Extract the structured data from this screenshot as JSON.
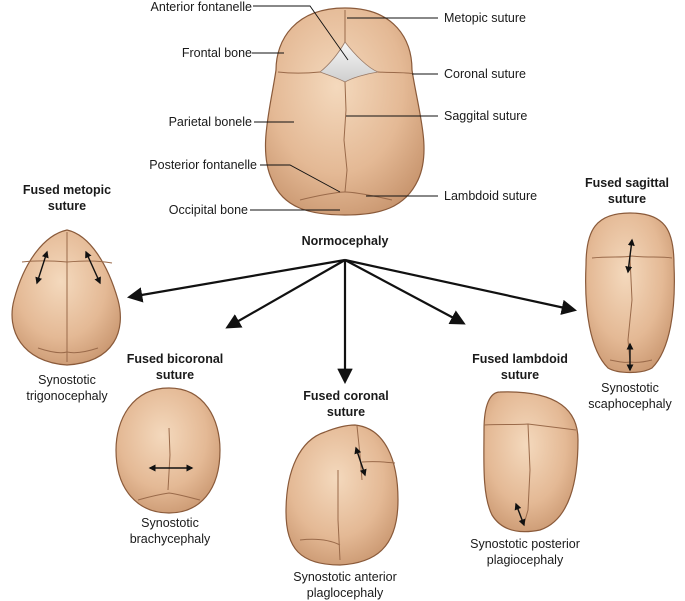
{
  "normal_skull": {
    "title": "Normocephaly",
    "left_labels": [
      "Anterior fontanelle",
      "Frontal bone",
      "Parietal bonele",
      "Posterior fontanelle",
      "Occipital bone"
    ],
    "right_labels": [
      "Metopic suture",
      "Coronal suture",
      "Saggital suture",
      "Lambdoid suture"
    ]
  },
  "variants": [
    {
      "title": [
        "Fused metopic",
        "suture"
      ],
      "caption": [
        "Synostotic",
        "trigonocephaly"
      ]
    },
    {
      "title": [
        "Fused bicoronal",
        "suture"
      ],
      "caption": [
        "Synostotic",
        "brachycephaly"
      ]
    },
    {
      "title": [
        "Fused coronal",
        "suture"
      ],
      "caption": [
        "Synostotic anterior",
        "plaglocephaly"
      ]
    },
    {
      "title": [
        "Fused lambdoid",
        "suture"
      ],
      "caption": [
        "Synostotic posterior",
        "plagiocephaly"
      ]
    },
    {
      "title": [
        "Fused sagittal",
        "suture"
      ],
      "caption": [
        "Synostotic",
        "scaphocephaly"
      ]
    }
  ],
  "colors": {
    "bone": "#e4b995",
    "bone_light": "#f2d4b6",
    "bone_shadow": "#c08a64",
    "outline": "#7a4c30",
    "text": "#1a1a1a"
  }
}
